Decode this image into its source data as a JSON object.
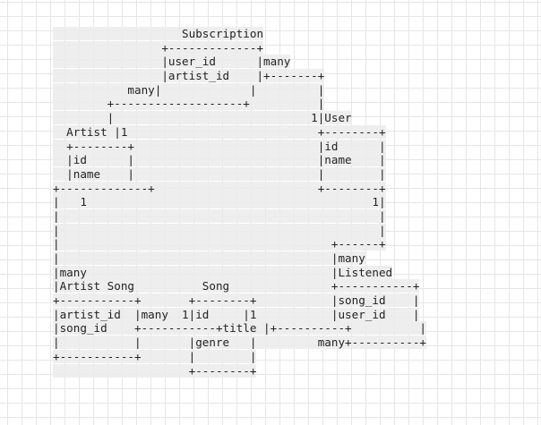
{
  "diagram": {
    "lines": [
      "                   Subscription",
      "                +-------------+",
      "                |user_id      |many",
      "                |artist_id    |+-------+",
      "           many|             |         |",
      "        +-------------------+          |",
      "        |                             1|User",
      "  Artist |1                            +--------+",
      "  +--------+                           |id      |",
      "  |id      |                           |name    |",
      "  |name    |                           |        |",
      "+-------------+                        +--------+",
      "|   1                                          1|",
      "|                                               |",
      "|                                               |",
      "|                                        +------+",
      "|                                        |many",
      "|many                                    |Listened",
      "|Artist Song          Song               +-----------+",
      "+-----------+       +--------+           |song_id    |",
      "|artist_id  |many  1|id     |1           |user_id    |",
      "|song_id    +-----------+title |+----------+          |",
      "|           |       |genre   |         many+----------+",
      "+-----------+       |        |",
      "                    +--------+"
    ]
  }
}
